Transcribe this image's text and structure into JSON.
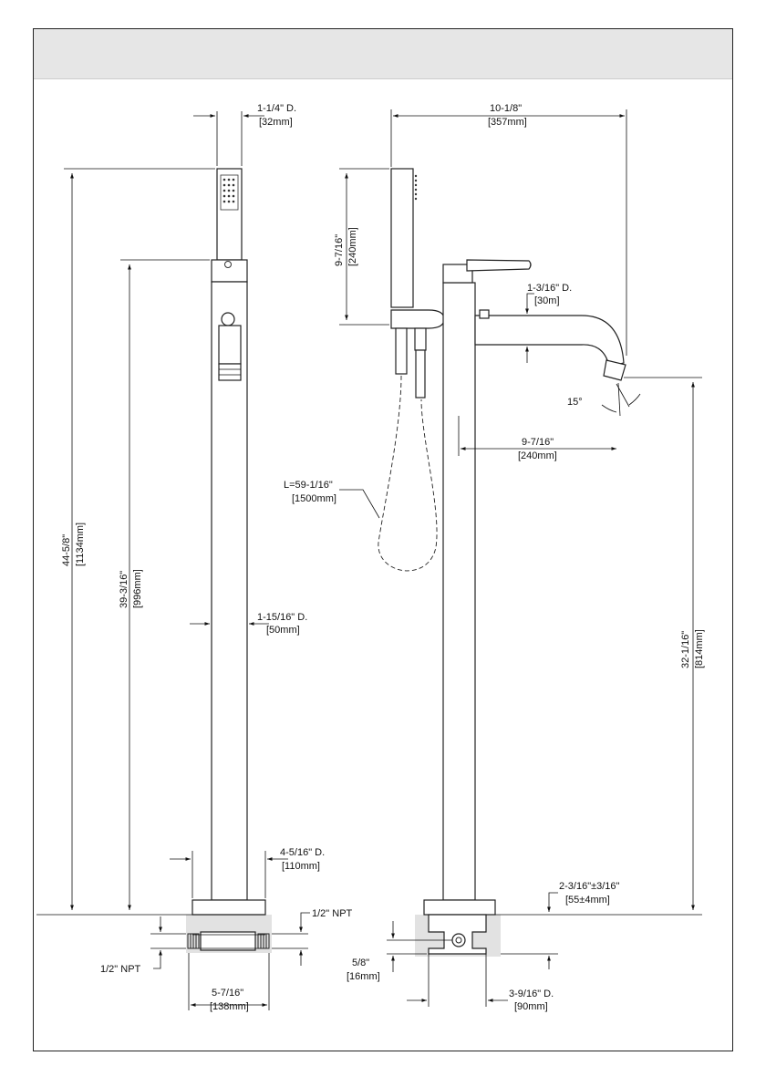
{
  "header": {
    "title": ""
  },
  "dimensions": {
    "handshower_diameter": {
      "imperial": "1-1/4\" D.",
      "metric": "[32mm]"
    },
    "total_height": {
      "imperial": "44-5/8\"",
      "metric": "[1134mm]"
    },
    "body_height": {
      "imperial": "39-3/16\"",
      "metric": "[996mm]"
    },
    "column_diameter": {
      "imperial": "1-15/16\" D.",
      "metric": "[50mm]"
    },
    "base_diameter": {
      "imperial": "4-5/16\" D.",
      "metric": "[110mm]"
    },
    "npt_right": {
      "imperial": "1/2\" NPT"
    },
    "npt_left": {
      "imperial": "1/2\" NPT"
    },
    "box_width": {
      "imperial": "5-7/16\"",
      "metric": "[138mm]"
    },
    "reach_total": {
      "imperial": "10-1/8\"",
      "metric": "[357mm]"
    },
    "handshower_length": {
      "imperial": "9-7/16\"",
      "metric": "[240mm]"
    },
    "spout_diameter": {
      "imperial": "1-3/16\" D.",
      "metric": "[30m]"
    },
    "spout_angle": {
      "imperial": "15°"
    },
    "spout_reach": {
      "imperial": "9-7/16\"",
      "metric": "[240mm]"
    },
    "hose_length": {
      "imperial": "L=59-1/16\"",
      "metric": "[1500mm]"
    },
    "spout_height": {
      "imperial": "32-1/16\"",
      "metric": "[814mm]"
    },
    "floor_gap": {
      "imperial": "2-3/16\"±3/16\"",
      "metric": "[55±4mm]"
    },
    "inlet_offset": {
      "imperial": "5/8\"",
      "metric": "[16mm]"
    },
    "box_diameter": {
      "imperial": "3-9/16\" D.",
      "metric": "[90mm]"
    }
  }
}
